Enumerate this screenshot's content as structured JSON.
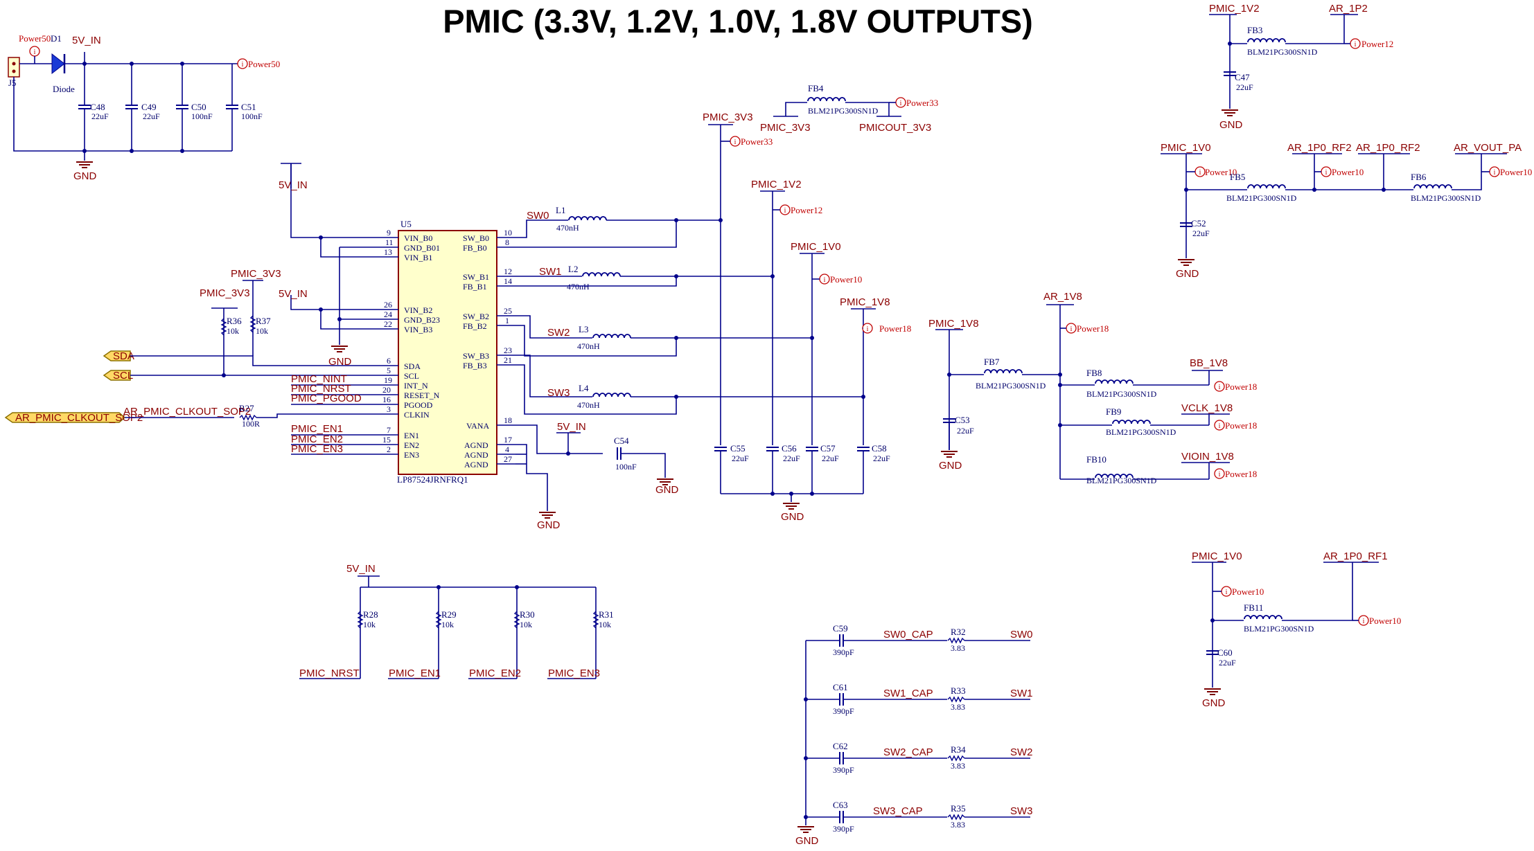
{
  "title": "PMIC (3.3V, 1.2V, 1.0V, 1.8V OUTPUTS)",
  "power_tag_names": {
    "p50": "Power50",
    "p33": "Power33",
    "p12": "Power12",
    "p10": "Power10",
    "p18": "Power18"
  },
  "net_labels": {
    "v5_in": "5V_IN",
    "gnd": "GND",
    "pmic_3v3": "PMIC_3V3",
    "pmic_1v2": "PMIC_1V2",
    "pmic_1v0": "PMIC_1V0",
    "pmic_1v8": "PMIC_1V8",
    "ar_1p2": "AR_1P2",
    "ar_1p0_rf2": "AR_1P0_RF2",
    "ar_vout_pa": "AR_VOUT_PA",
    "ar_1v8": "AR_1V8",
    "bb_1v8": "BB_1V8",
    "vclk_1v8": "VCLK_1V8",
    "vioin_1v8": "VIOIN_1V8",
    "ar_1p0_rf1": "AR_1P0_RF1",
    "pmicout_3v3": "PMICOUT_3V3",
    "sw0": "SW0",
    "sw1": "SW1",
    "sw2": "SW2",
    "sw3": "SW3",
    "sw0_cap": "SW0_CAP",
    "sw1_cap": "SW1_CAP",
    "sw2_cap": "SW2_CAP",
    "sw3_cap": "SW3_CAP",
    "pmic_nint": "PMIC_NINT",
    "pmic_nrst": "PMIC_NRST",
    "pmic_pgood": "PMIC_PGOOD",
    "pmic_en1": "PMIC_EN1",
    "pmic_en2": "PMIC_EN2",
    "pmic_en3": "PMIC_EN3",
    "ar_clkout": "AR_PMIC_CLKOUT_SOP2",
    "sda": "SDA",
    "scl": "SCL"
  },
  "components": {
    "J5": "J5",
    "D1": "D1",
    "D1_val": "Diode",
    "C48": "C48",
    "C49": "C49",
    "C50": "C50",
    "C51": "C51",
    "U5": "U5",
    "U5_part": "LP87524JRNFRQ1",
    "L1": "L1",
    "L2": "L2",
    "L3": "L3",
    "L4": "L4",
    "L_val": "470nH",
    "FB3": "FB3",
    "FB4": "FB4",
    "FB5": "FB5",
    "FB6": "FB6",
    "FB7": "FB7",
    "FB8": "FB8",
    "FB9": "FB9",
    "FB10": "FB10",
    "FB11": "FB11",
    "FB_val": "BLM21PG300SN1D",
    "C47": "C47",
    "C52": "C52",
    "C53": "C53",
    "C54": "C54",
    "C55": "C55",
    "C56": "C56",
    "C57": "C57",
    "C58": "C58",
    "C60": "C60",
    "C59": "C59",
    "C61": "C61",
    "C62": "C62",
    "C63": "C63",
    "R27": "R27",
    "R28": "R28",
    "R29": "R29",
    "R30": "R30",
    "R31": "R31",
    "R32": "R32",
    "R33": "R33",
    "R34": "R34",
    "R35": "R35",
    "R36": "R36",
    "R37": "R37",
    "v22u": "22uF",
    "v100n": "100nF",
    "v10k": "10k",
    "v100r": "100R",
    "v390p": "390pF",
    "v383": "3.83"
  },
  "ic_pins": {
    "left": [
      {
        "n": "9",
        "name": "VIN_B0"
      },
      {
        "n": "11",
        "name": "GND_B01"
      },
      {
        "n": "13",
        "name": "VIN_B1"
      },
      {
        "n": "26",
        "name": "VIN_B2"
      },
      {
        "n": "24",
        "name": "GND_B23"
      },
      {
        "n": "22",
        "name": "VIN_B3"
      },
      {
        "n": "6",
        "name": "SDA"
      },
      {
        "n": "5",
        "name": "SCL"
      },
      {
        "n": "19",
        "name": "INT_N"
      },
      {
        "n": "20",
        "name": "RESET_N"
      },
      {
        "n": "16",
        "name": "PGOOD"
      },
      {
        "n": "3",
        "name": "CLKIN"
      },
      {
        "n": "7",
        "name": "EN1"
      },
      {
        "n": "15",
        "name": "EN2"
      },
      {
        "n": "2",
        "name": "EN3"
      }
    ],
    "right": [
      {
        "n": "10",
        "name": "SW_B0"
      },
      {
        "n": "8",
        "name": "FB_B0"
      },
      {
        "n": "12",
        "name": "SW_B1"
      },
      {
        "n": "14",
        "name": "FB_B1"
      },
      {
        "n": "25",
        "name": "SW_B2"
      },
      {
        "n": "1",
        "name": "FB_B2"
      },
      {
        "n": "23",
        "name": "SW_B3"
      },
      {
        "n": "21",
        "name": "FB_B3"
      },
      {
        "n": "18",
        "name": "VANA"
      },
      {
        "n": "17",
        "name": "AGND"
      },
      {
        "n": "4",
        "name": "AGND"
      },
      {
        "n": "27",
        "name": "AGND"
      }
    ]
  }
}
